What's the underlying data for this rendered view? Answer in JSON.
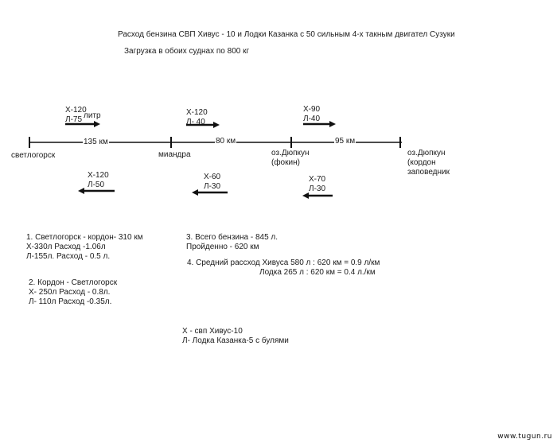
{
  "title": "Расход бензина  СВП Хивус - 10 и Лодки Казанка с 50 сильным 4-х такным двигател Сузуки",
  "subtitle": "Загрузка в обоих суднах по 800 кг",
  "points": {
    "p1": "светлогорск",
    "p2": "миандра",
    "p3_line1": "оз.Дюпкун",
    "p3_line2": "(фокин)",
    "p4_line1": "оз.Дюпкун",
    "p4_line2": "(кордон",
    "p4_line3": "заповедник"
  },
  "distances": {
    "d1": "135 км",
    "d2": "80 км",
    "d3": "95 км"
  },
  "forward": {
    "seg1": {
      "x": "Х-120",
      "l": "Л-75",
      "unit": "литр"
    },
    "seg2": {
      "x": "Х-120",
      "l": "Л- 40"
    },
    "seg3": {
      "x": "Х-90",
      "l": "Л-40"
    }
  },
  "back": {
    "seg1": {
      "x": "Х-120",
      "l": "Л-50"
    },
    "seg2": {
      "x": "Х-60",
      "l": "Л-30"
    },
    "seg3": {
      "x": "Х-70",
      "l": "Л-30"
    }
  },
  "notes": {
    "n1": {
      "title": "1. Светлогорск - кордон- 310 км",
      "line1": "Х-330л Расход -1.06л",
      "line2": "Л-155л. Расход - 0.5 л."
    },
    "n2": {
      "title": "2. Кордон - Светлогорск",
      "line1": "Х- 250л Расход - 0.8л.",
      "line2": "Л- 110л Расход -0.35л."
    },
    "n3": {
      "line1": "3. Всего бензина - 845 л.",
      "line2": "Пройденно - 620 км"
    },
    "n4": {
      "line1": "4. Средний рассход Хивуса 580 л : 620 км = 0.9 л/км",
      "line2": "Лодка   265 л : 620 км = 0.4 л./км"
    }
  },
  "legend": {
    "x": "Х - свп Хивус-10",
    "l": "Л- Лодка Казанка-5 с булями"
  },
  "watermark": "www.tugun.ru"
}
